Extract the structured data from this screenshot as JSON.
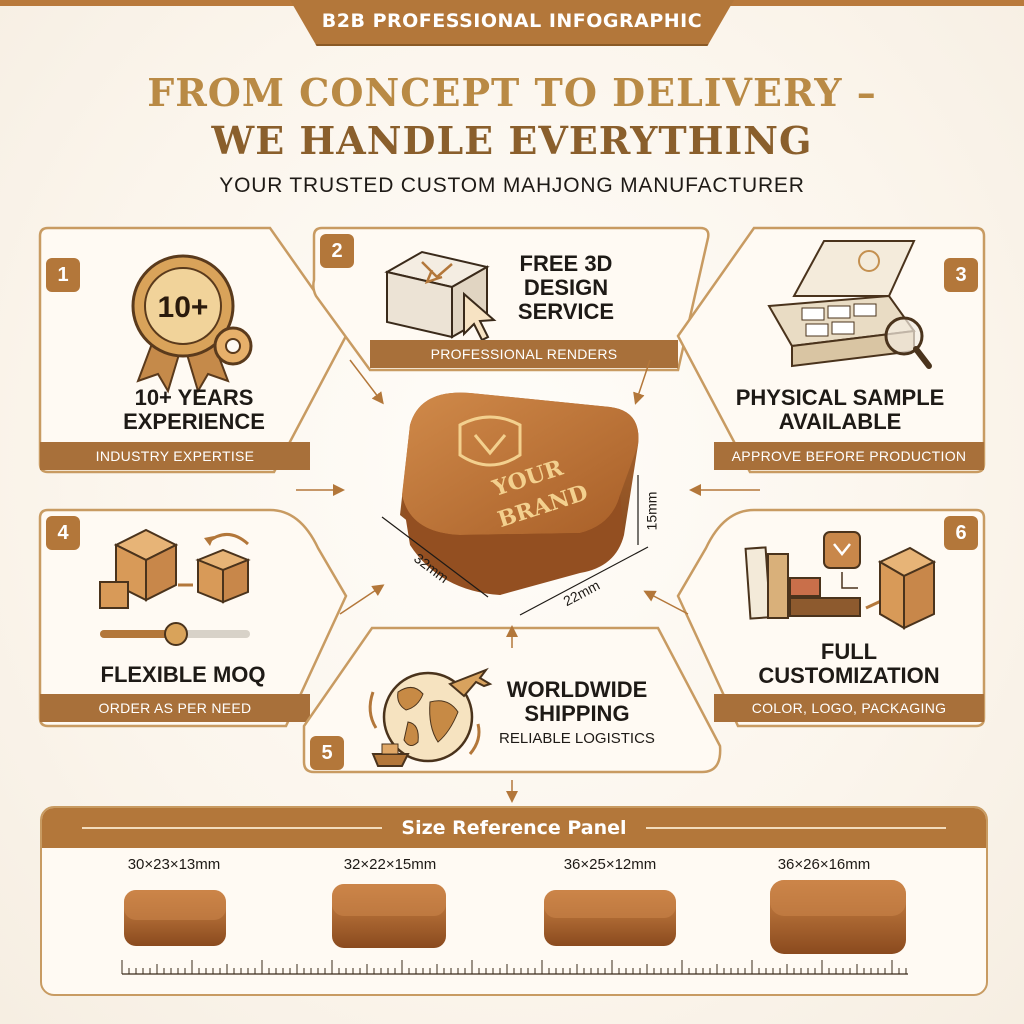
{
  "banner": "B2B PROFESSIONAL INFOGRAPHIC",
  "title_line1": "FROM CONCEPT TO DELIVERY –",
  "title_line2": "WE HANDLE EVERYTHING",
  "subtitle": "YOUR TRUSTED CUSTOM MAHJONG MANUFACTURER",
  "cards": [
    {
      "number": "1",
      "title": "10+ YEARS\nEXPERIENCE",
      "caption": "INDUSTRY EXPERTISE",
      "icon": "award-medal-icon",
      "icon_text": "10+"
    },
    {
      "number": "2",
      "title": "FREE 3D\nDESIGN\nSERVICE",
      "caption": "PROFESSIONAL RENDERS",
      "icon": "3d-tile-cursor-icon"
    },
    {
      "number": "3",
      "title": "PHYSICAL SAMPLE\nAVAILABLE",
      "caption": "APPROVE BEFORE PRODUCTION",
      "icon": "sample-box-magnifier-icon"
    },
    {
      "number": "4",
      "title": "FLEXIBLE MOQ",
      "caption": "ORDER AS PER NEED",
      "icon": "boxes-slider-icon"
    },
    {
      "number": "5",
      "title": "WORLDWIDE\nSHIPPING",
      "caption": "RELIABLE LOGISTICS",
      "icon": "globe-plane-ship-icon"
    },
    {
      "number": "6",
      "title": "FULL\nCUSTOMIZATION",
      "caption": "COLOR, LOGO, PACKAGING",
      "icon": "swatches-logo-box-icon"
    }
  ],
  "center_tile": {
    "line1": "YOUR",
    "line2": "BRAND",
    "length": "32mm",
    "width": "22mm",
    "height": "15mm"
  },
  "size_panel": {
    "title": "Size Reference Panel",
    "sizes": [
      "30×23×13mm",
      "32×22×15mm",
      "36×25×12mm",
      "36×26×16mm"
    ]
  },
  "colors": {
    "accent": "#b3773a",
    "dark_accent": "#8a5f2c",
    "gold": "#b98a45",
    "tile": "#b86d33",
    "background": "#fbf5ec"
  }
}
